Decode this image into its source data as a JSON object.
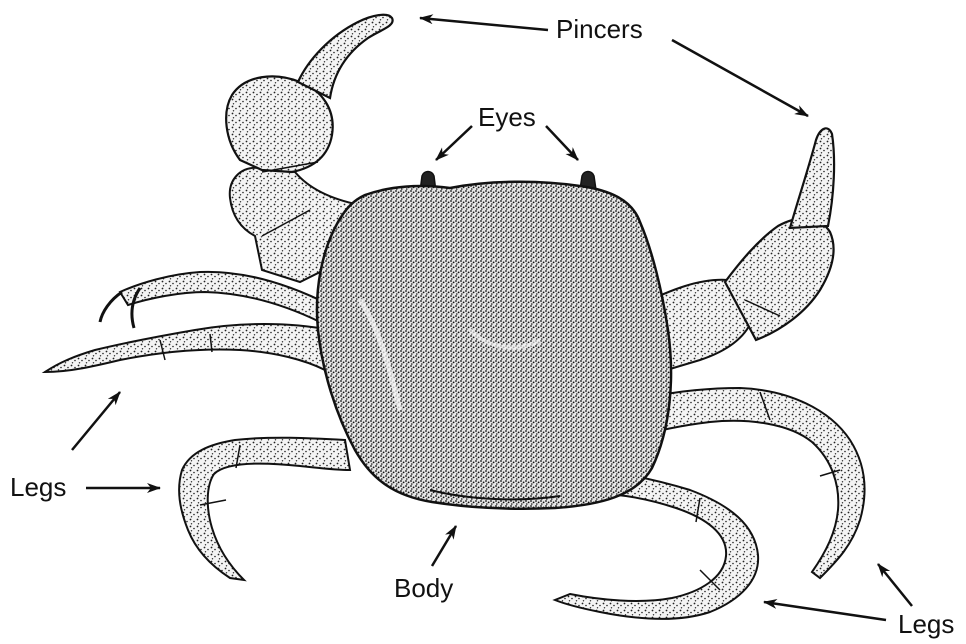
{
  "diagram": {
    "subject": "crab",
    "labels": {
      "pincers": "Pincers",
      "eyes": "Eyes",
      "legs_left": "Legs",
      "body": "Body",
      "legs_right": "Legs"
    },
    "colors": {
      "ink": "#111111",
      "shell_fill": "#f2f2f2",
      "background": "#ffffff"
    }
  }
}
